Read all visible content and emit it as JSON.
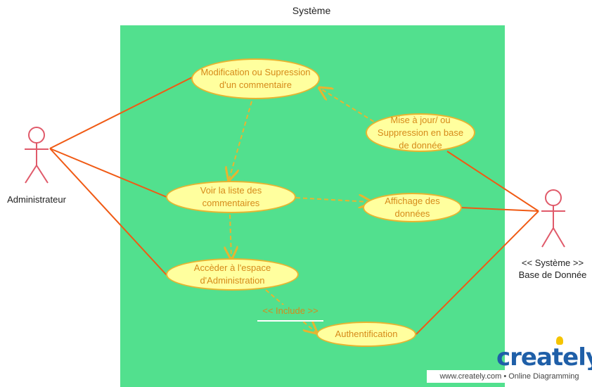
{
  "diagram": {
    "system_title": "Système",
    "use_cases": {
      "modif": "Modification ou Supression d'un commentaire",
      "maj": "Mise à jour/ ou Suppression en base de donnée",
      "voir": "Voir la liste des commentaires",
      "affichage": "Affichage des données",
      "acceder": "Accèder à l'espace d'Administration",
      "auth": "Authentification"
    },
    "actors": {
      "admin": "Administrateur",
      "system_db_line1": "<< Système >>",
      "system_db_line2": "Base de Donnée"
    },
    "include_label": "<< Include >>"
  },
  "branding": {
    "logo_text": "creately",
    "footer": "www.creately.com • Online Diagramming"
  },
  "colors": {
    "system_fill": "#52e08e",
    "usecase_fill": "#ffff9e",
    "usecase_border": "#e8b430",
    "usecase_text": "#d68a1a",
    "association_line": "#f05a14",
    "actor_stroke": "#e05a6a",
    "dependency_line": "#e8b430"
  }
}
